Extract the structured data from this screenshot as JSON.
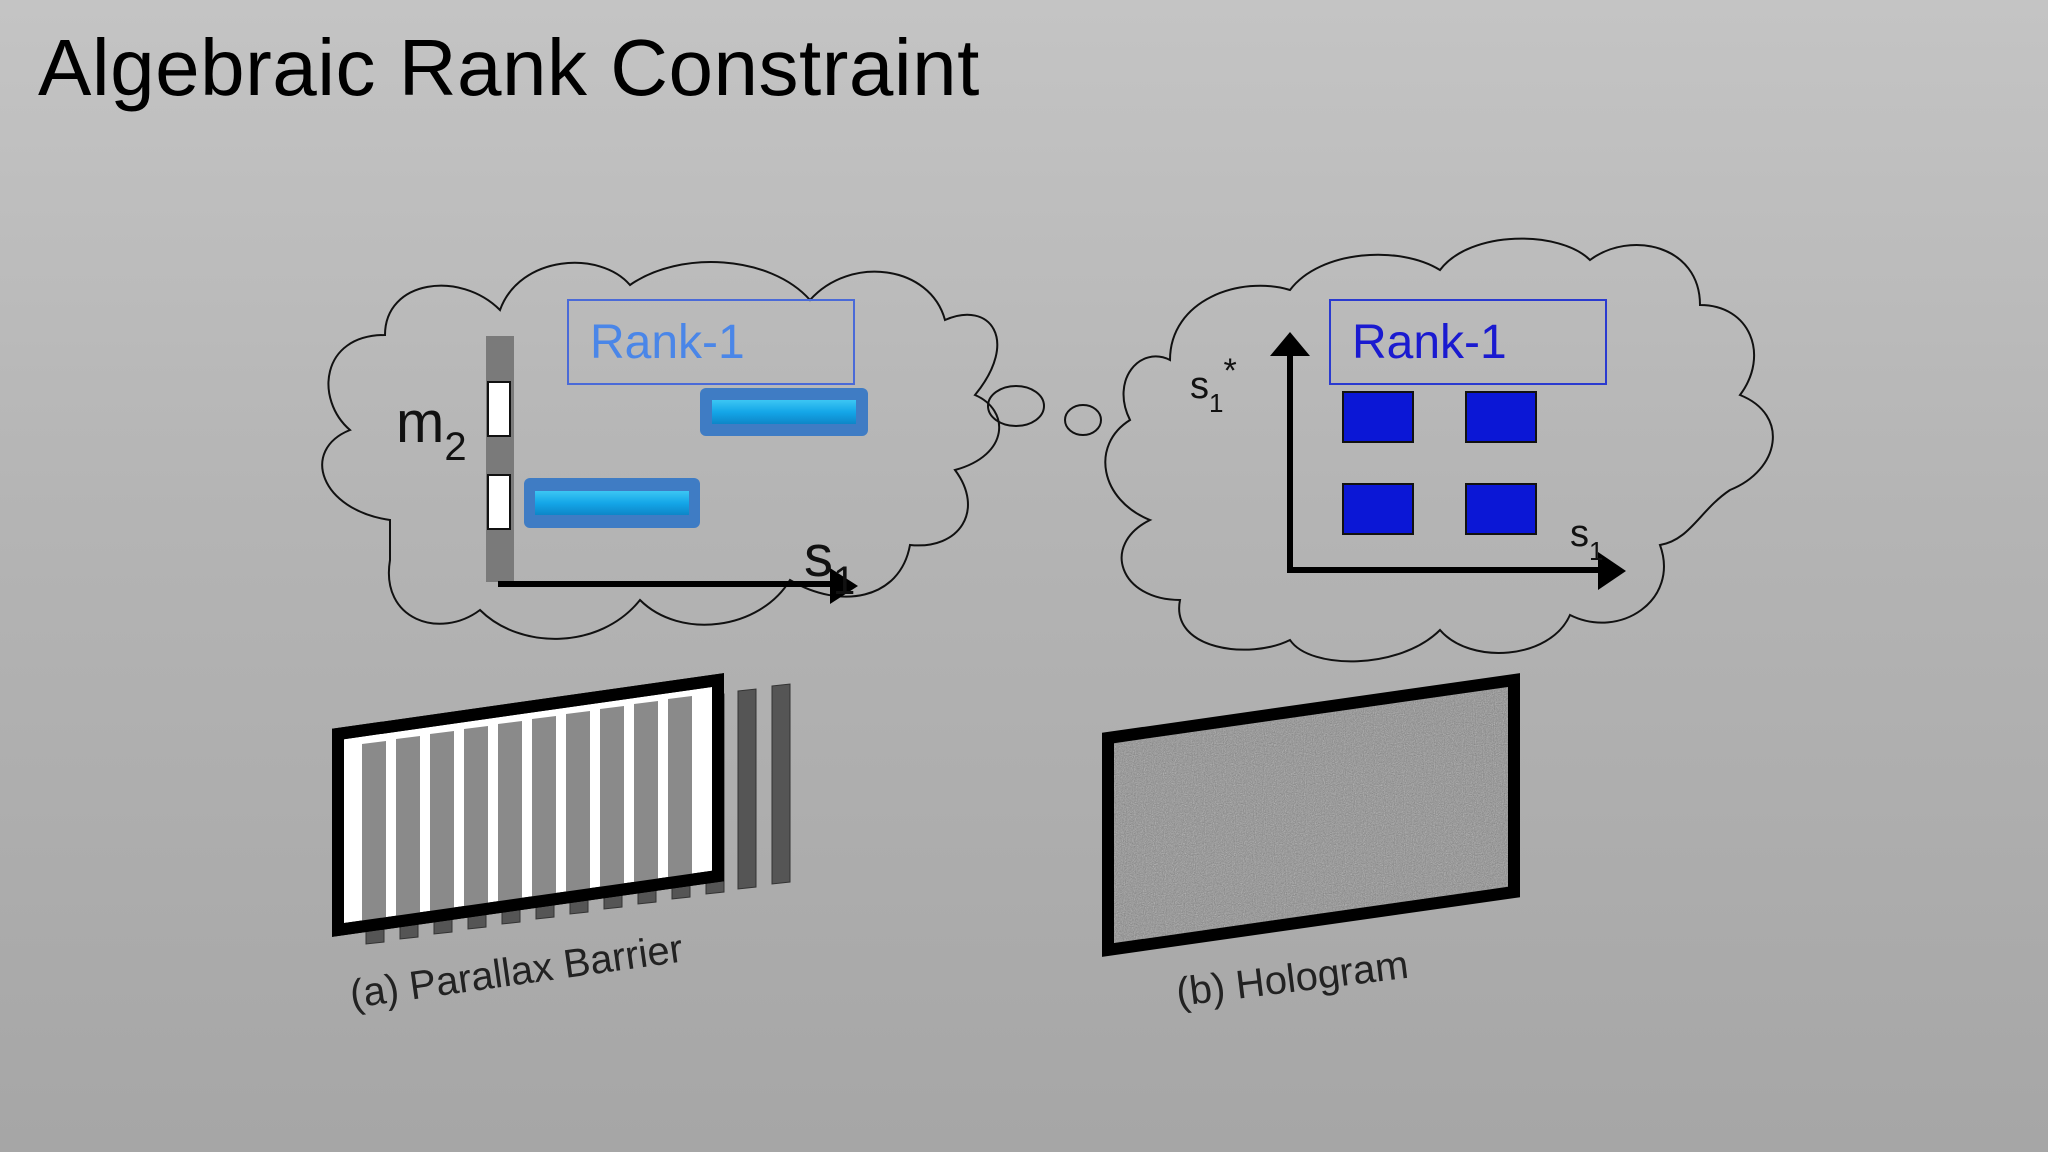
{
  "slide": {
    "title": "Algebraic Rank Constraint"
  },
  "left_panel": {
    "rank_label": "Rank-1",
    "y_axis_label": "m",
    "y_axis_subscript": "2",
    "x_axis_label": "s",
    "x_axis_subscript": "1",
    "caption": "(a) Parallax Barrier"
  },
  "right_panel": {
    "rank_label": "Rank-1",
    "y_axis_label": "s",
    "y_axis_subscript": "1",
    "y_axis_superscript": "*",
    "x_axis_label": "s",
    "x_axis_subscript": "1",
    "caption": "(b) Hologram"
  },
  "colors": {
    "left_rank_text": "#4a86e8",
    "right_rank_text": "#1a1ad0",
    "bar_fill": "#1aa7e6",
    "bar_border": "#3f7cc4",
    "square_fill": "#0b17d6"
  }
}
